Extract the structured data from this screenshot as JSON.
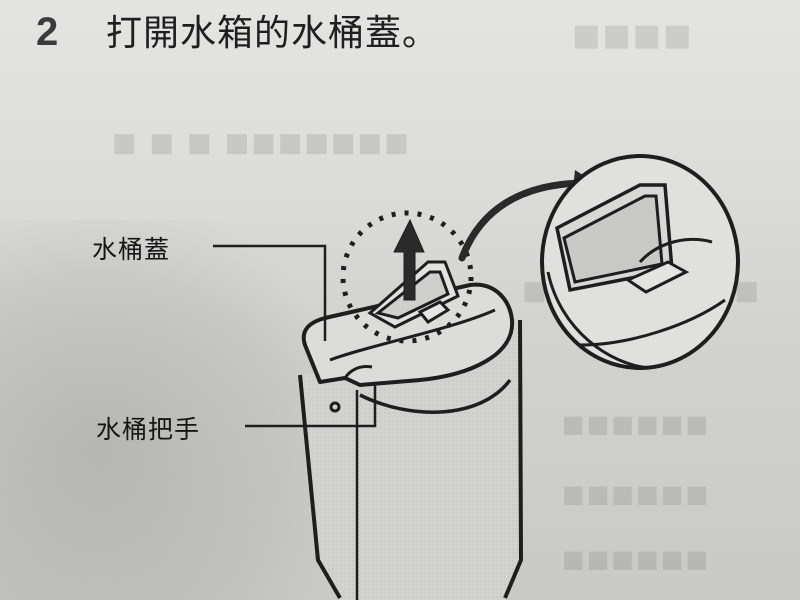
{
  "step": {
    "number": "2",
    "instruction": "打開水箱的水桶蓋。"
  },
  "illustration": {
    "callouts": [
      {
        "label": "水桶蓋"
      },
      {
        "label": "水桶把手"
      }
    ],
    "icons": {
      "lift_arrow": "up-arrow-icon",
      "zoom_arrow": "curved-arrow-icon",
      "highlight_circle": "dotted-circle",
      "detail_view": "magnified-lid-detail"
    },
    "colors": {
      "ink": "#1e1e1e",
      "paper": "#dedede",
      "tank_fill": "#d0d0ce"
    }
  },
  "bleed_through": {
    "note": "faint mirrored text from reverse side of the page"
  }
}
